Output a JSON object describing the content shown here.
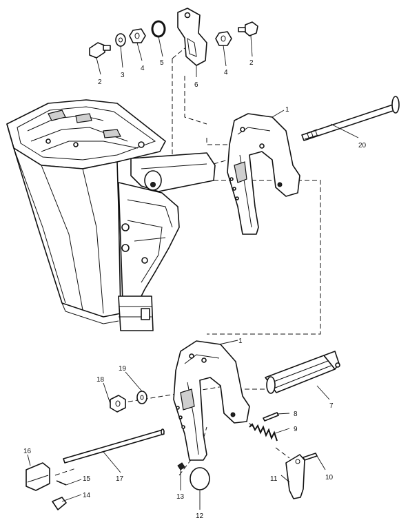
{
  "callouts": {
    "c1_top": "1",
    "c2_left": "2",
    "c2_right": "2",
    "c3": "3",
    "c4_left": "4",
    "c4_right": "4",
    "c5": "5",
    "c6": "6",
    "c20": "20",
    "c1_bottom": "1",
    "c7": "7",
    "c8": "8",
    "c9": "9",
    "c10": "10",
    "c11": "11",
    "c12": "12",
    "c13": "13",
    "c14": "14",
    "c15": "15",
    "c16": "16",
    "c17": "17",
    "c18": "18",
    "c19": "19"
  }
}
